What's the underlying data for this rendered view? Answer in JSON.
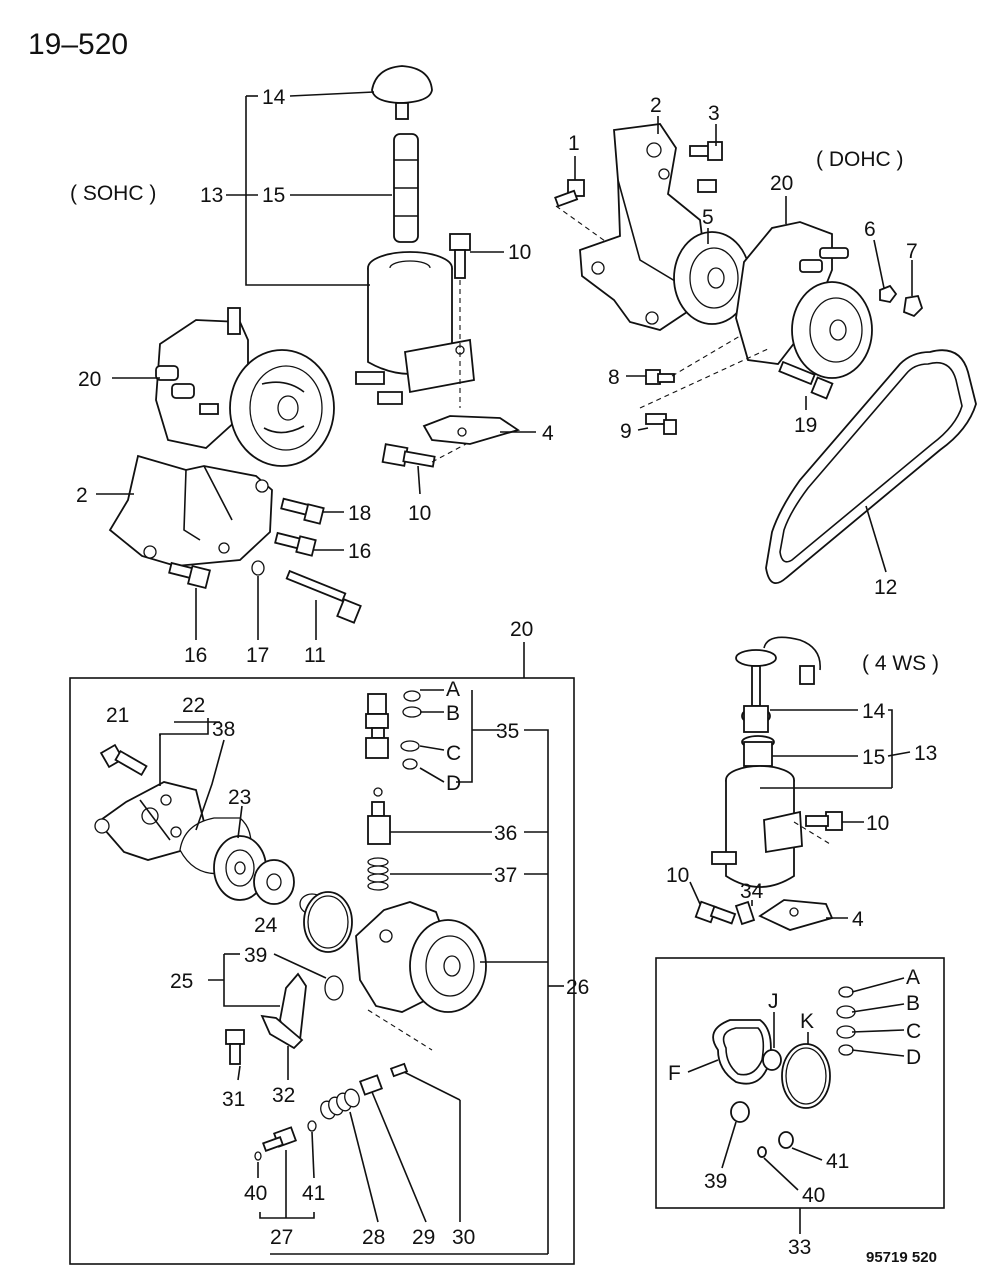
{
  "page_number": "19–520",
  "drawing_ref": "95719 520",
  "sections": {
    "sohc": "( SOHC )",
    "dohc": "( DOHC )",
    "four_ws": "( 4 WS )"
  },
  "callouts": {
    "c1": "1",
    "c2": "2",
    "c3": "3",
    "c4": "4",
    "c5": "5",
    "c6": "6",
    "c7": "7",
    "c8": "8",
    "c9": "9",
    "c10": "10",
    "c11": "11",
    "c12": "12",
    "c13": "13",
    "c14": "14",
    "c15": "15",
    "c16": "16",
    "c17": "17",
    "c18": "18",
    "c19": "19",
    "c20": "20",
    "c21": "21",
    "c22": "22",
    "c23": "23",
    "c24": "24",
    "c25": "25",
    "c26": "26",
    "c27": "27",
    "c28": "28",
    "c29": "29",
    "c30": "30",
    "c31": "31",
    "c32": "32",
    "c33": "33",
    "c34": "34",
    "c35": "35",
    "c36": "36",
    "c37": "37",
    "c38": "38",
    "c39": "39",
    "c40": "40",
    "c41": "41",
    "cA": "A",
    "cB": "B",
    "cC": "C",
    "cD": "D",
    "cF": "F",
    "cJ": "J",
    "cK": "K"
  }
}
